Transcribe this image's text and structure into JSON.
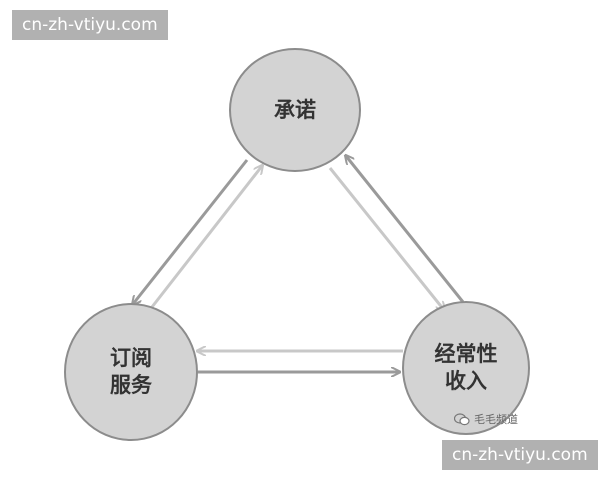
{
  "watermark_top": "cn-zh-vtiyu.com",
  "watermark_bottom": "cn-zh-vtiyu.com",
  "brand_label": "毛毛频道",
  "nodes": {
    "top": "承诺",
    "left_line1": "订阅",
    "left_line2": "服务",
    "right_line1": "经常性",
    "right_line2": "收入"
  },
  "colors": {
    "node_fill": "#d3d3d3",
    "node_stroke": "#8c8c8c",
    "arrow_dark": "#9a9a9a",
    "arrow_light": "#c8c8c8"
  }
}
